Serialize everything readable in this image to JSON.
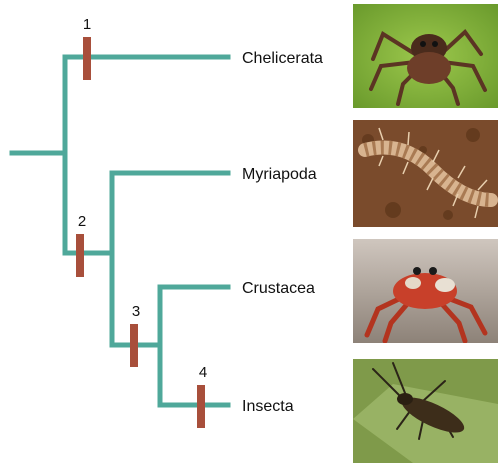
{
  "colors": {
    "branch": "#4fa89a",
    "marker": "#a84f3b"
  },
  "tree": {
    "taxa": [
      {
        "id": "chelicerata",
        "label": "Chelicerata"
      },
      {
        "id": "myriapoda",
        "label": "Myriapoda"
      },
      {
        "id": "crustacea",
        "label": "Crustacea"
      },
      {
        "id": "insecta",
        "label": "Insecta"
      }
    ],
    "markers": [
      {
        "label": "1"
      },
      {
        "label": "2"
      },
      {
        "label": "3"
      },
      {
        "label": "4"
      }
    ]
  },
  "photos": [
    {
      "subject": "spider",
      "icon": "spider-photo"
    },
    {
      "subject": "centipede",
      "icon": "centipede-photo"
    },
    {
      "subject": "crab",
      "icon": "crab-photo"
    },
    {
      "subject": "beetle",
      "icon": "beetle-photo"
    }
  ]
}
